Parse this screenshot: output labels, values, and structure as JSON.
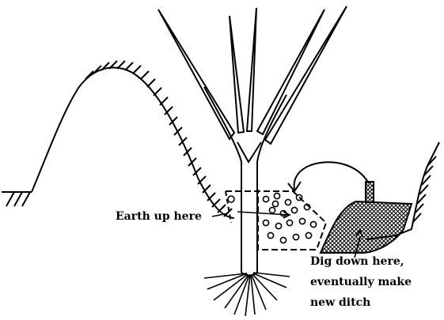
{
  "labels": {
    "earth_up": "Earth up here",
    "dig_down_line1": "Dig down here,",
    "dig_down_line2": "eventually make",
    "dig_down_line3": "new ditch"
  },
  "colors": {
    "ink": "#000000",
    "background": "#ffffff"
  },
  "icons": [
    "hatched-soil-ridge",
    "plant-leaves",
    "root-fibers",
    "transfer-arrow",
    "pebble-earth-mound",
    "crosshatch-soil-pile"
  ]
}
